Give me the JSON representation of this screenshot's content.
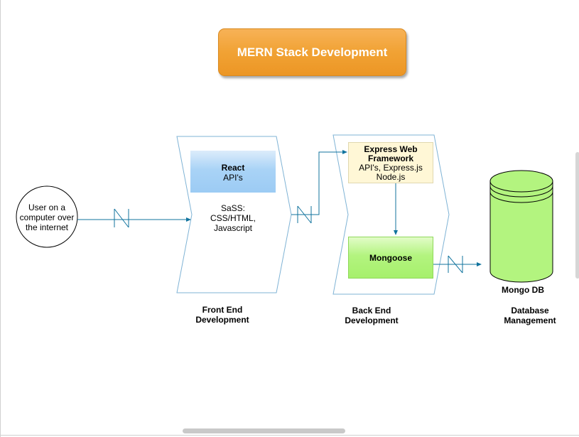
{
  "title": "MERN Stack Development",
  "user_node": {
    "lines": [
      "User on a",
      "computer over",
      "the internet"
    ]
  },
  "frontend": {
    "react_title": "React",
    "react_sub": "API's",
    "body_lines": [
      "SaSS:",
      "CSS/HTML,",
      "Javascript"
    ],
    "caption_lines": [
      "Front End",
      "Development"
    ]
  },
  "backend": {
    "express_title_lines": [
      "Express  Web",
      "Framework"
    ],
    "express_sub_lines": [
      "API's, Express.js",
      "Node.js"
    ],
    "mongoose": "Mongoose",
    "caption_lines": [
      "Back End",
      "Development"
    ]
  },
  "database": {
    "name": "Mongo DB",
    "caption_lines": [
      "Database",
      "Management"
    ]
  },
  "colors": {
    "title_fill": "#f1a234",
    "react_fill": "#a9d3f6",
    "express_fill": "#fff7d6",
    "mongo_fill": "#b3f47f",
    "connector": "#10739e",
    "outline": "#7fb3d5"
  }
}
